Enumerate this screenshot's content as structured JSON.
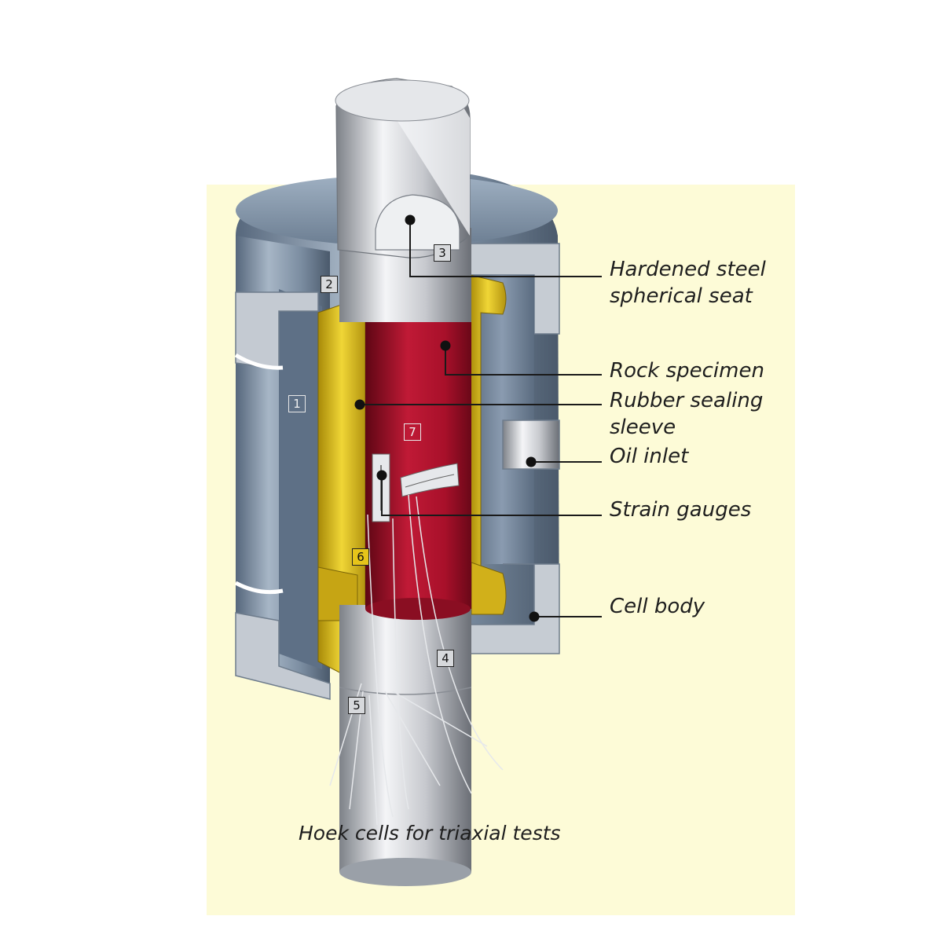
{
  "labels": {
    "hardened_steel": "Hardened  steel",
    "spherical_seat": "spherical seat",
    "rock_specimen": "Rock specimen",
    "rubber_sealing": "Rubber sealing",
    "sleeve": "sleeve",
    "oil_inlet": "Oil inlet",
    "strain_gauges": "Strain gauges",
    "cell_body": "Cell body"
  },
  "numbers": {
    "n1": "1",
    "n2": "2",
    "n3": "3",
    "n4": "4",
    "n5": "5",
    "n6": "6",
    "n7": "7"
  },
  "caption": "Hoek cells for triaxial tests",
  "colors": {
    "background_panel": "#fdfbd7",
    "cell_body_steel": "#8899ab",
    "rubber_sleeve": "#e0c020",
    "rock_specimen": "#a8102a",
    "platen_silver": "#d4d6da"
  }
}
